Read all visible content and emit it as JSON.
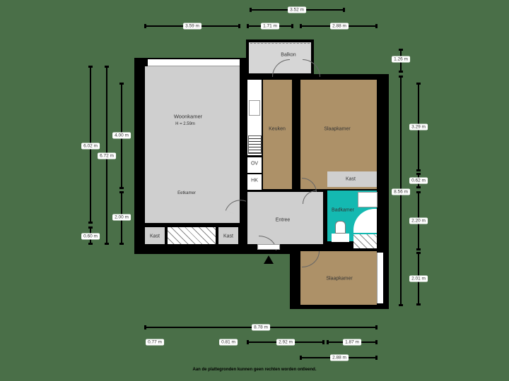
{
  "rooms": {
    "woonkamer": "Woonkamer",
    "height": "H = 2.59m",
    "eetkamer": "Eetkamer",
    "kast1": "Kast",
    "kast2": "Kast",
    "kast3": "Kast",
    "balkon": "Balkon",
    "keuken": "Keuken",
    "slaapkamer1": "Slaapkamer",
    "slaapkamer2": "Slaapkamer",
    "ov": "OV",
    "hk": "HK",
    "entree": "Entree",
    "badkamer": "Badkamer"
  },
  "dimensions": {
    "top_total": "3.52 m",
    "top_left": "3.59 m",
    "top_mid": "1.71 m",
    "top_right": "2.88 m",
    "left_outer": "6.02 m",
    "left_mid": "6.72 m",
    "left_upper": "4.00 m",
    "left_lower": "2.00 m",
    "left_bottom": "0.60 m",
    "right_balcony": "1.26 m",
    "right_total": "8.56 m",
    "right_1": "3.29 m",
    "right_2": "0.62 m",
    "right_3": "2.20 m",
    "right_4": "2.01 m",
    "bottom_total": "8.78 m",
    "bottom_1": "0.77 m",
    "bottom_2": "0.81 m",
    "bottom_3": "2.92 m",
    "bottom_4": "1.87 m",
    "bottom_5": "2.88 m"
  },
  "colors": {
    "background": "#4a6f48",
    "wood_floor": "#ad9168",
    "tile_floor": "#cfcfcf",
    "bathroom": "#14b9b1"
  },
  "footer": "Aan de plattegronden kunnen geen rechten worden ontleend."
}
